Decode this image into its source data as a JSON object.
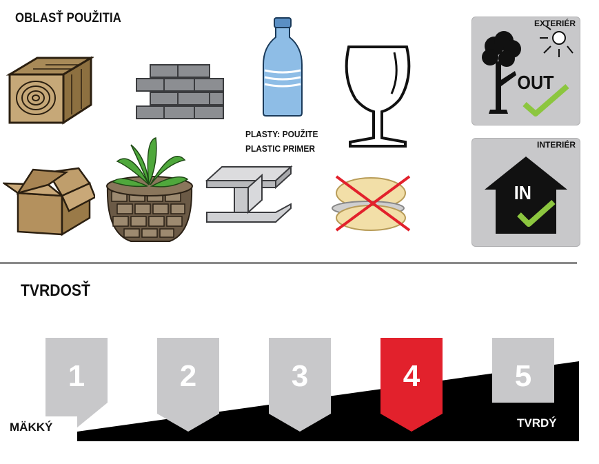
{
  "usage": {
    "title": "OBLASŤ POUŽITIA",
    "plastic_note_line1": "PLASTY: POUŽITE",
    "plastic_note_line2": "PLASTIC PRIMER",
    "exterior_label": "EXTERIÉR",
    "exterior_word": "OUT",
    "interior_label": "INTERIÉR",
    "interior_word": "IN"
  },
  "hardness": {
    "title": "TVRDOSŤ",
    "soft_label": "MÄKKÝ",
    "hard_label": "TVRDÝ",
    "levels": [
      "1",
      "2",
      "3",
      "4",
      "5"
    ],
    "selected": "4",
    "colors": {
      "selected": "#e2212c",
      "default": "#c8c8ca",
      "wedge": "#000000"
    }
  }
}
